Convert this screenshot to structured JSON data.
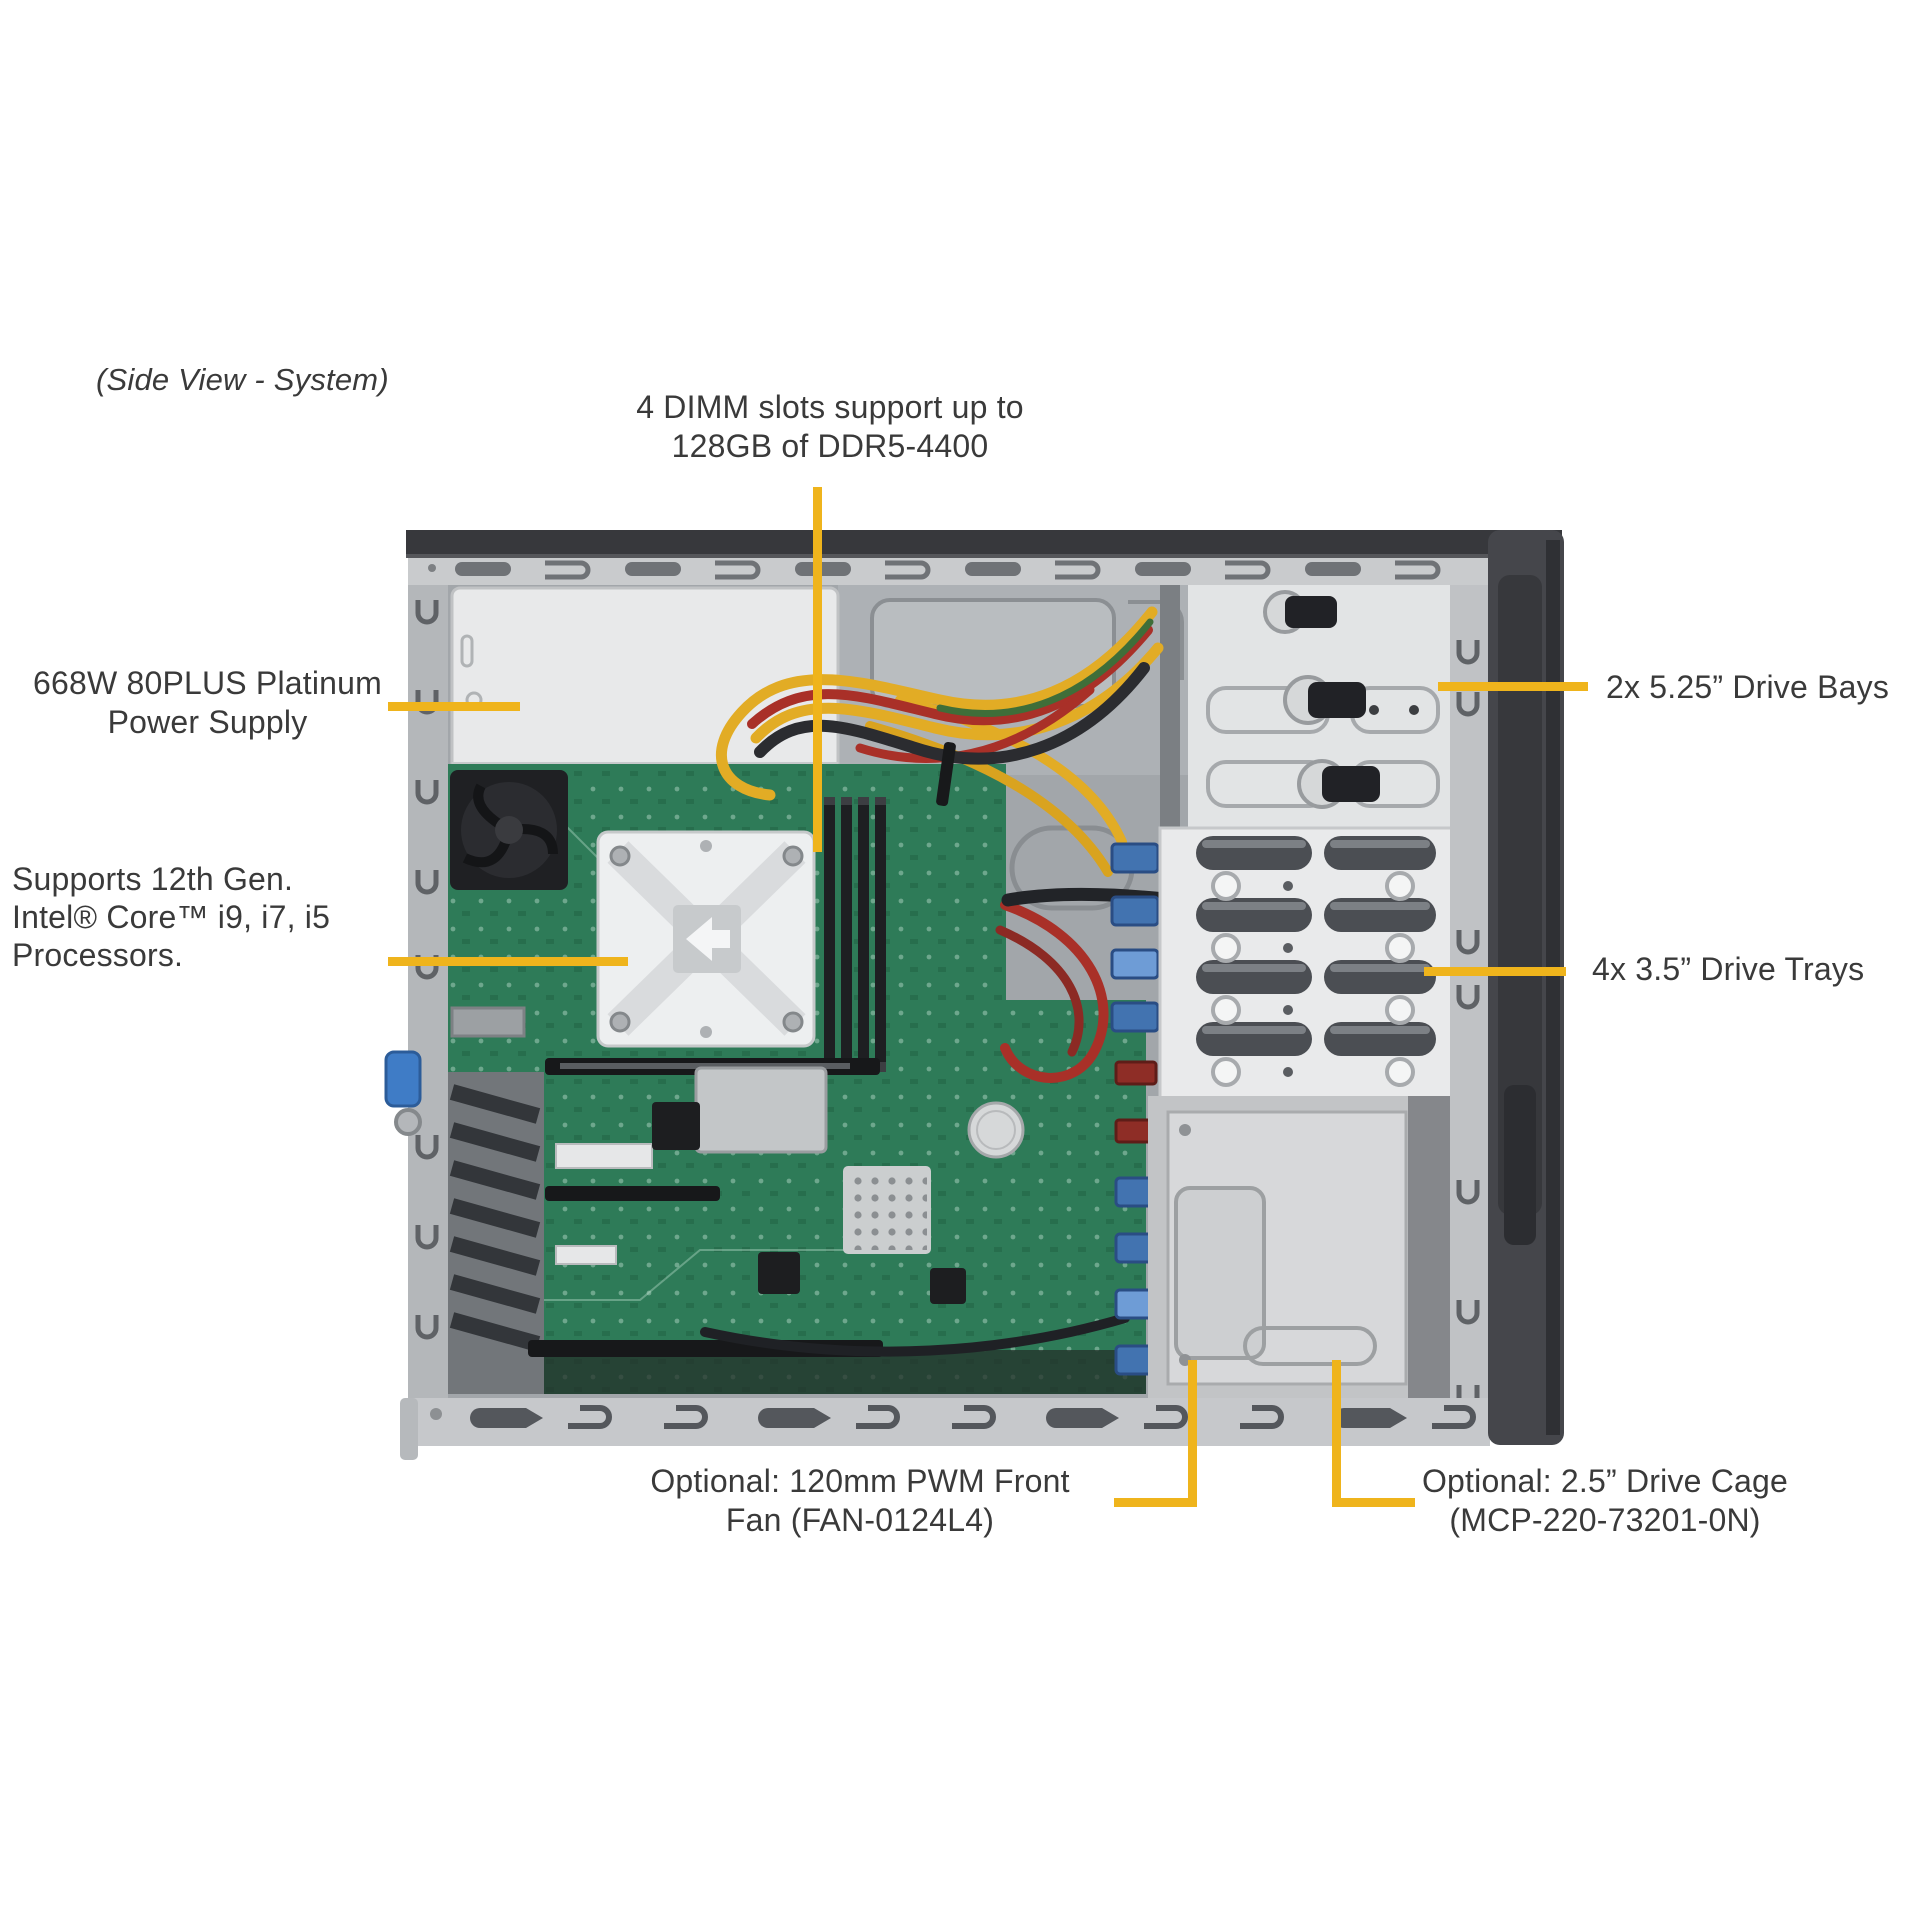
{
  "colors": {
    "accent": "#efb41c",
    "text": "#3a3a3a"
  },
  "side_view_label": "(Side View - System)",
  "callouts": {
    "dimm": {
      "line1": "4 DIMM slots support up to",
      "line2": "128GB of DDR5-4400"
    },
    "psu": {
      "line1": "668W 80PLUS Platinum",
      "line2": "Power Supply"
    },
    "cpu": {
      "line1": "Supports 12th Gen.",
      "line2": "Intel® Core™ i9, i7, i5",
      "line3": "Processors."
    },
    "drive_bays": {
      "label": "2x 5.25” Drive Bays"
    },
    "drive_trays": {
      "label": "4x 3.5” Drive Trays"
    },
    "front_fan": {
      "line1": "Optional: 120mm PWM Front",
      "line2": "Fan (FAN-0124L4)"
    },
    "drive_cage": {
      "line1": "Optional: 2.5” Drive Cage",
      "line2": "(MCP-220-73201-0N)"
    }
  }
}
